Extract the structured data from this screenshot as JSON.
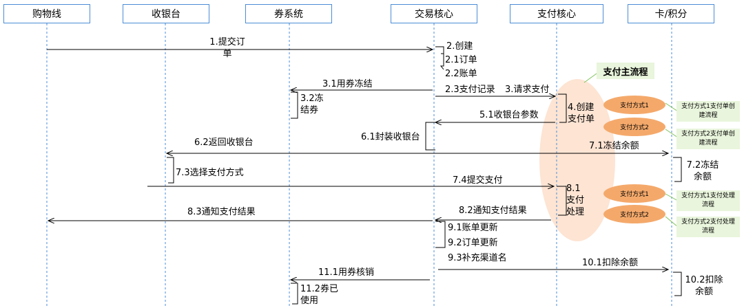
{
  "participants": [
    "购物线",
    "收银台",
    "券系统",
    "交易核心",
    "支付核心",
    "卡/积分"
  ],
  "section_title": "支付主流程",
  "messages": {
    "m1": "1.提交订单",
    "m2": "2.创建",
    "m2_1": "2.1订单",
    "m2_2": "2.2账单",
    "m2_3": "2.3支付记录",
    "m3": "3.请求支付",
    "m3_1": "3.1用券冻结",
    "m3_2": "3.2冻结券",
    "m4": "4.创建支付单",
    "m5_1": "5.1收银台参数",
    "m6_1": "6.1封装收银台",
    "m6_2": "6.2返回收银台",
    "m7_1": "7.1冻结余额",
    "m7_2": "7.2冻结余额",
    "m7_3": "7.3选择支付方式",
    "m7_4": "7.4提交支付",
    "m8_1": "8.1支付处理",
    "m8_2": "8.2通知支付结果",
    "m8_3": "8.3通知支付结果",
    "m9_1": "9.1账单更新",
    "m9_2": "9.2订单更新",
    "m9_3": "9.3补充渠道名",
    "m10_1": "10.1扣除余额",
    "m10_2": "10.2扣除余额",
    "m11_1": "11.1用券核销",
    "m11_2": "11.2券已使用"
  },
  "pay_methods": {
    "create1": "支付方式1",
    "create2": "支付方式2",
    "process1": "支付方式1",
    "process2": "支付方式2"
  },
  "notes": {
    "n1": "支付方式1支付单创建流程",
    "n2": "支付方式2支付单创建流程",
    "n3": "支付方式1支付处理流程",
    "n4": "支付方式2支付处理流程"
  },
  "colors": {
    "header_border": "#4a8bd6",
    "lifeline": "#4a8bd6",
    "highlight": "#fde4d3",
    "pill": "#f4a96b",
    "note_bg": "#e9f5dc",
    "note_line": "#7fc25a"
  }
}
